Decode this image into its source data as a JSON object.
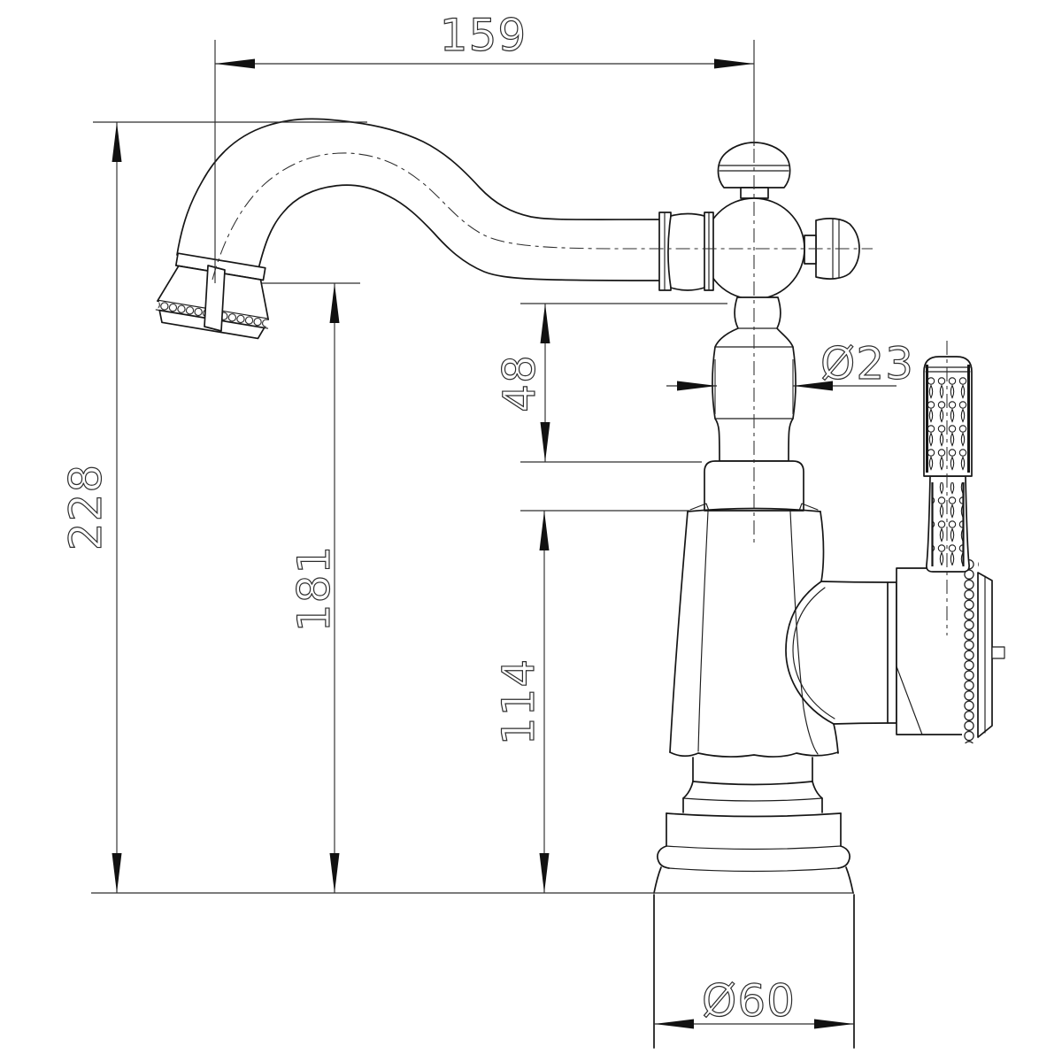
{
  "drawing": {
    "dimensions": {
      "spout_reach": "159",
      "overall_height": "228",
      "spout_outlet_height": "181",
      "spout_to_body_gap": "48",
      "body_height": "114",
      "neck_diameter": "Ø23",
      "base_diameter": "Ø60"
    }
  }
}
